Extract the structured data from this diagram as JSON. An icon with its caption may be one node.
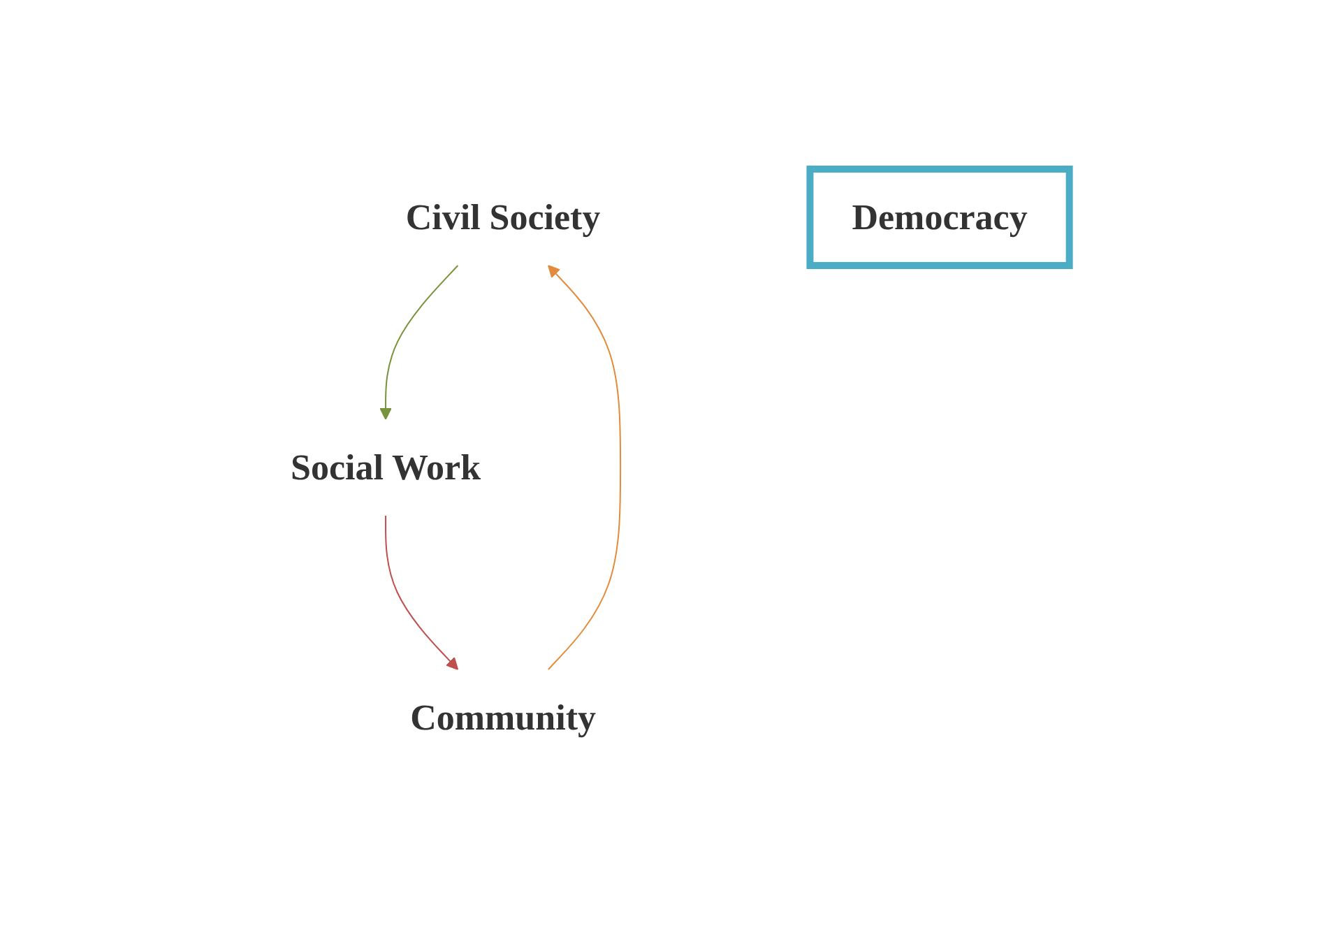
{
  "diagram": {
    "nodes": [
      {
        "text": [
          "Civil Society"
        ]
      },
      {
        "text": [
          "Social Work"
        ]
      },
      {
        "text": [
          "Community"
        ]
      },
      {
        "text": [
          "Democracy"
        ]
      }
    ],
    "edges": [
      {
        "from": 0,
        "to": 1,
        "arrow": "to",
        "color": "#77933c"
      },
      {
        "from": 1,
        "to": 2,
        "arrow": "to",
        "color": "#c0504d"
      },
      {
        "from": 2,
        "to": 0,
        "arrow": "to",
        "color": "#e38b3c"
      }
    ]
  }
}
